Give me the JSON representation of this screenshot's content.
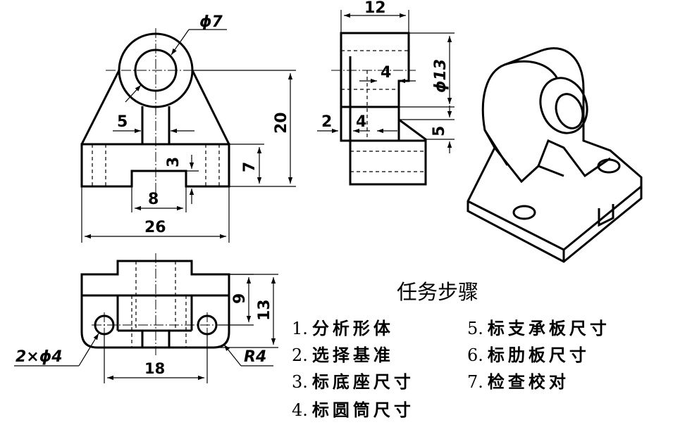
{
  "dimensions": {
    "phi7": "ϕ7",
    "d12": "12",
    "phi13": "ϕ13",
    "d4a": "4",
    "d2": "2",
    "d4b": "4",
    "d5r": "5",
    "d20": "20",
    "d7": "7",
    "d5": "5",
    "d3": "3",
    "d8": "8",
    "d26": "26",
    "d9": "9",
    "d13": "13",
    "d18": "18",
    "holes": "2×ϕ4",
    "r4": "R4"
  },
  "tasks": {
    "title": "任务步骤",
    "steps": [
      {
        "num": "1.",
        "text": "分析形体"
      },
      {
        "num": "2.",
        "text": "选择基准"
      },
      {
        "num": "3.",
        "text": "标底座尺寸"
      },
      {
        "num": "4.",
        "text": "标圆筒尺寸"
      },
      {
        "num": "5.",
        "text": "标支承板尺寸"
      },
      {
        "num": "6.",
        "text": "标肋板尺寸"
      },
      {
        "num": "7.",
        "text": "检查校对"
      }
    ]
  }
}
